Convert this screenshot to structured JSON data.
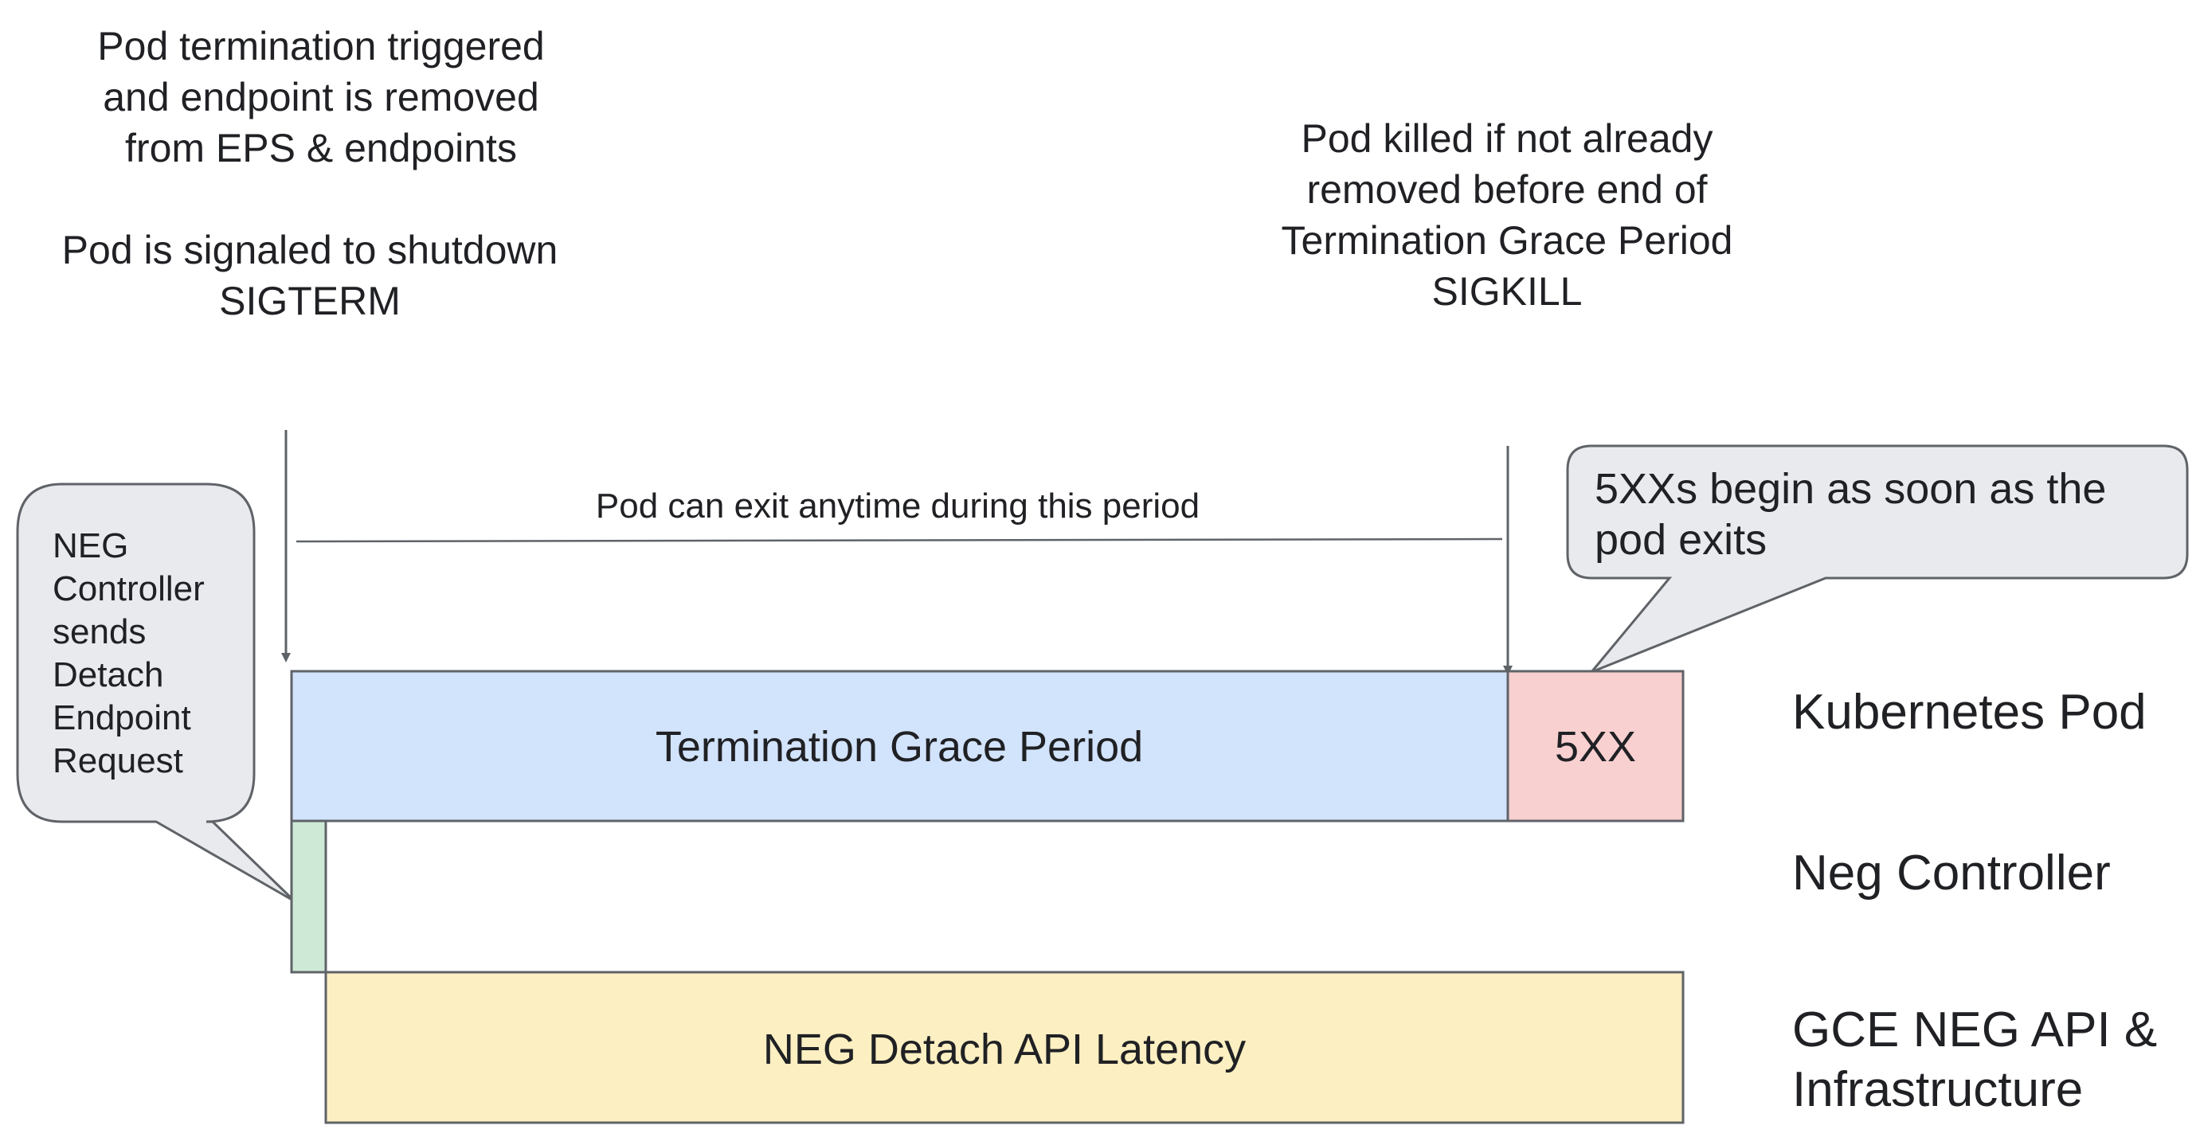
{
  "top_left_note": {
    "lines_a": [
      "Pod termination triggered",
      "and endpoint is removed",
      "from EPS & endpoints"
    ],
    "lines_b": [
      "Pod is signaled to shutdown",
      "SIGTERM"
    ]
  },
  "top_right_note": {
    "lines": [
      "Pod killed if not already",
      "removed before end of",
      "Termination Grace Period",
      "SIGKILL"
    ]
  },
  "period_label": "Pod can exit anytime during this period",
  "callout_left": {
    "lines": [
      "NEG",
      "Controller",
      "sends",
      "Detach",
      "Endpoint",
      "Request"
    ]
  },
  "callout_right": {
    "lines": [
      "5XXs begin as soon as the",
      "pod exits"
    ]
  },
  "bars": {
    "grace_period": "Termination Grace Period",
    "errors": "5XX",
    "detach_latency": "NEG Detach API Latency"
  },
  "lanes": {
    "pod": "Kubernetes Pod",
    "controller": "Neg Controller",
    "gce": [
      "GCE NEG API &",
      "Infrastructure"
    ]
  },
  "colors": {
    "grace_period": "#d2e3fc",
    "errors": "#f8d0d0",
    "controller": "#ceead6",
    "detach_latency": "#fcefc2",
    "callout_fill": "#e8eaed",
    "stroke": "#5f6368"
  }
}
